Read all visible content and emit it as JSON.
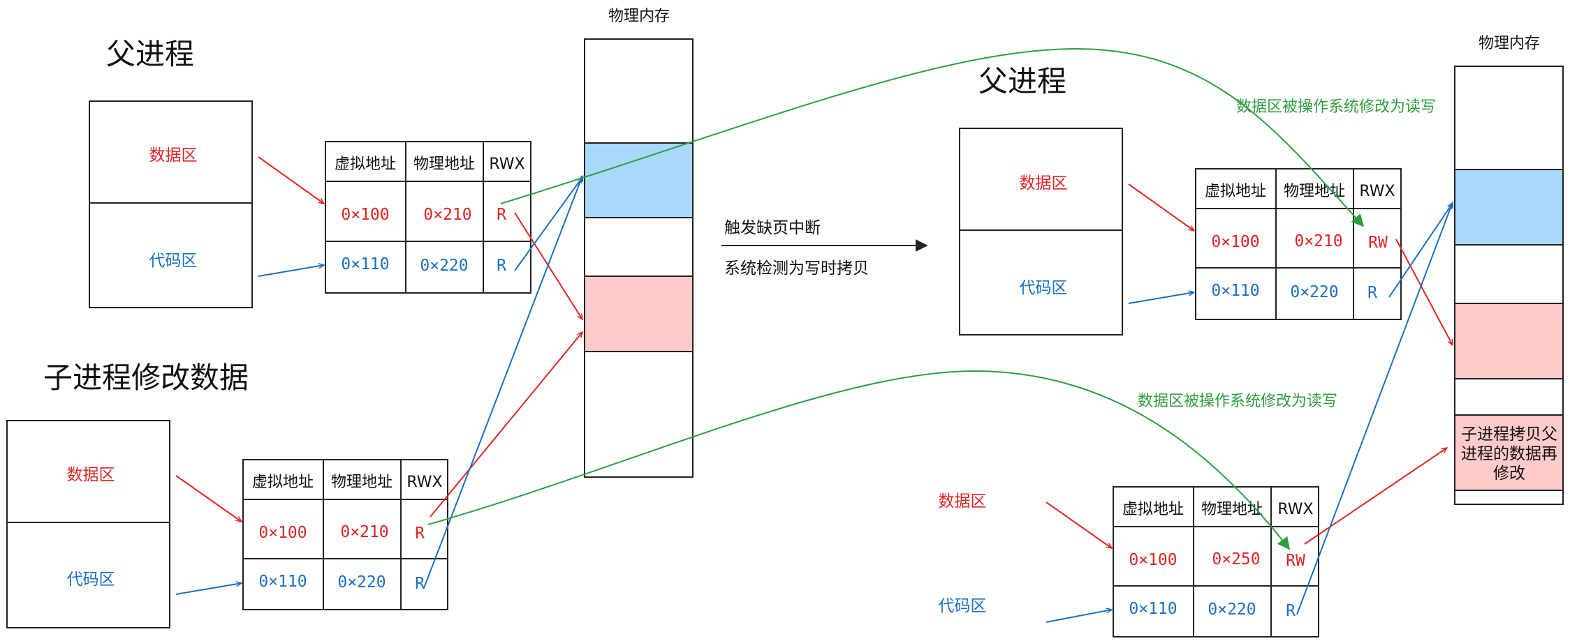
{
  "colors": {
    "red": "#e02424",
    "blue": "#1a6fc2",
    "green": "#2e9e3e",
    "cell_blue": "#a8d8fb",
    "cell_red": "#fecaca",
    "line": "#222222"
  },
  "left": {
    "parent_title": "父进程",
    "child_title": "子进程修改数据",
    "parent": {
      "data_region": "数据区",
      "code_region": "代码区",
      "headers": [
        "虚拟地址",
        "物理地址",
        "RWX"
      ],
      "rows": [
        {
          "vaddr": "0×100",
          "paddr": "0×210",
          "perm": "R"
        },
        {
          "vaddr": "0×110",
          "paddr": "0×220",
          "perm": "R"
        }
      ]
    },
    "child": {
      "data_region": "数据区",
      "code_region": "代码区",
      "headers": [
        "虚拟地址",
        "物理地址",
        "RWX"
      ],
      "rows": [
        {
          "vaddr": "0×100",
          "paddr": "0×210",
          "perm": "R"
        },
        {
          "vaddr": "0×110",
          "paddr": "0×220",
          "perm": "R"
        }
      ]
    },
    "memory_label": "物理内存"
  },
  "middle": {
    "trigger_label": "触发缺页中断",
    "detect_label": "系统检测为写时拷贝"
  },
  "right": {
    "parent_title": "父进程",
    "parent": {
      "data_region": "数据区",
      "code_region": "代码区",
      "headers": [
        "虚拟地址",
        "物理地址",
        "RWX"
      ],
      "rows": [
        {
          "vaddr": "0×100",
          "paddr": "0×210",
          "perm": "RW"
        },
        {
          "vaddr": "0×110",
          "paddr": "0×220",
          "perm": "R"
        }
      ]
    },
    "child": {
      "data_region": "数据区",
      "code_region": "代码区",
      "headers": [
        "虚拟地址",
        "物理地址",
        "RWX"
      ],
      "rows": [
        {
          "vaddr": "0×100",
          "paddr": "0×250",
          "perm": "RW"
        },
        {
          "vaddr": "0×110",
          "paddr": "0×220",
          "perm": "R"
        }
      ]
    },
    "memory_label": "物理内存",
    "note_parent": "数据区被操作系统修改为读写",
    "note_child": "数据区被操作系统修改为读写",
    "copy_note": [
      "子进程拷贝父",
      "进程的数据再",
      "修改"
    ]
  }
}
